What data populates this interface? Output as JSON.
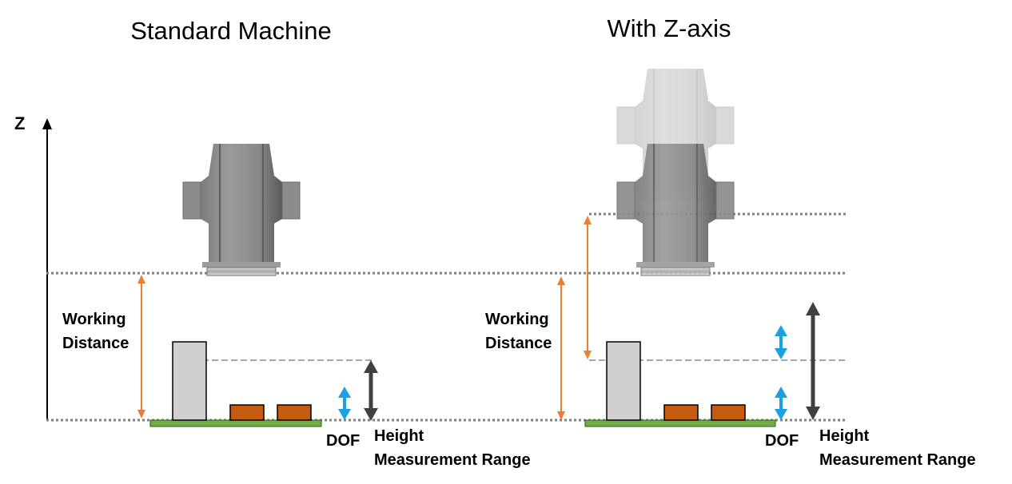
{
  "titles": {
    "left": "Standard Machine",
    "right": "With Z-axis"
  },
  "axis": {
    "z_label": "Z"
  },
  "left_panel": {
    "working_distance": [
      "Working",
      "Distance"
    ],
    "dof": "DOF",
    "height_range": [
      "Height",
      "Measurement Range"
    ]
  },
  "right_panel": {
    "working_distance": [
      "Working",
      "Distance"
    ],
    "dof": "DOF",
    "height_range": [
      "Height",
      "Measurement Range"
    ]
  },
  "colors": {
    "working_distance_arrow": "#ED7D31",
    "dof_arrow": "#1BA1E2",
    "height_range_arrow": "#404040",
    "pcb": "#70AD47",
    "component_small": "#C55A11",
    "component_tall": "#D0CECE",
    "guide_line": "#808080"
  }
}
